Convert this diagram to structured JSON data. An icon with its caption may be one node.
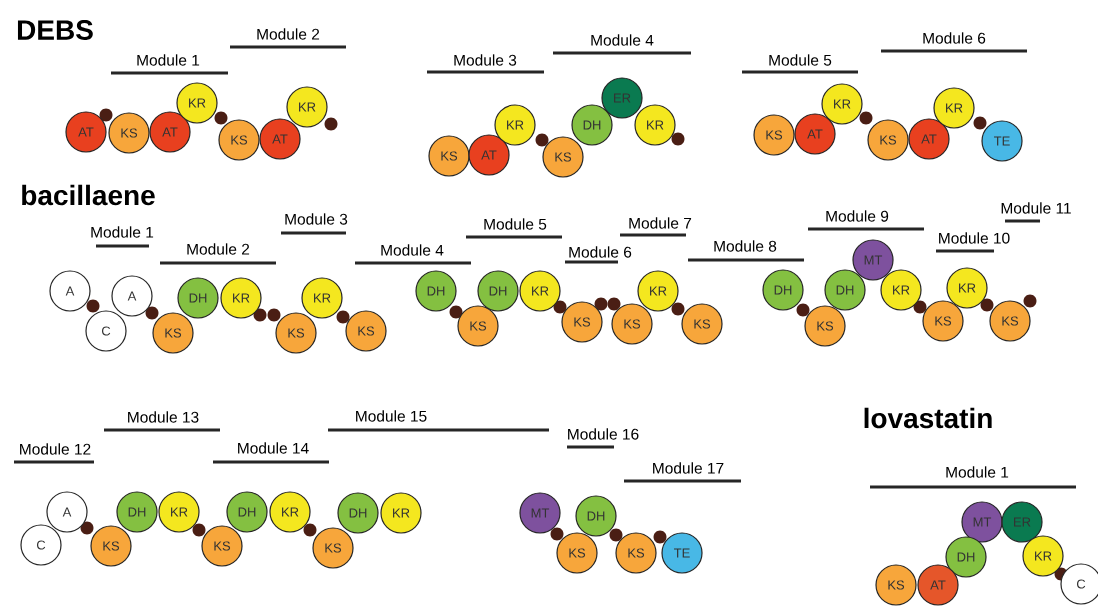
{
  "diagram": {
    "nodes": [
      {
        "text": [
          "AT"
        ]
      },
      {
        "text": [
          "KS"
        ]
      },
      {
        "text": [
          "AT"
        ]
      },
      {
        "text": [
          "KR"
        ]
      },
      {
        "text": [
          "KS"
        ]
      },
      {
        "text": [
          "AT"
        ]
      },
      {
        "text": [
          "KR"
        ]
      },
      {
        "text": [
          "KS"
        ]
      },
      {
        "text": [
          "AT"
        ]
      },
      {
        "text": [
          "KR"
        ]
      },
      {
        "text": [
          "KS"
        ]
      },
      {
        "text": [
          "DH"
        ]
      },
      {
        "text": [
          "ER"
        ]
      },
      {
        "text": [
          "KR"
        ]
      },
      {
        "text": [
          "KS"
        ]
      },
      {
        "text": [
          "AT"
        ]
      },
      {
        "text": [
          "KR"
        ]
      },
      {
        "text": [
          "KS"
        ]
      },
      {
        "text": [
          "AT"
        ]
      },
      {
        "text": [
          "KR"
        ]
      },
      {
        "text": [
          "TE"
        ]
      },
      {
        "text": [
          "A"
        ]
      },
      {
        "text": [
          "C"
        ]
      },
      {
        "text": [
          "A"
        ]
      },
      {
        "text": [
          "KS"
        ]
      },
      {
        "text": [
          "DH"
        ]
      },
      {
        "text": [
          "KR"
        ]
      },
      {
        "text": [
          "KS"
        ]
      },
      {
        "text": [
          "KR"
        ]
      },
      {
        "text": [
          "KS"
        ]
      },
      {
        "text": [
          "DH"
        ]
      },
      {
        "text": [
          "KS"
        ]
      },
      {
        "text": [
          "DH"
        ]
      },
      {
        "text": [
          "KR"
        ]
      },
      {
        "text": [
          "KS"
        ]
      },
      {
        "text": [
          "KS"
        ]
      },
      {
        "text": [
          "KR"
        ]
      },
      {
        "text": [
          "KS"
        ]
      },
      {
        "text": [
          "DH"
        ]
      },
      {
        "text": [
          "KS"
        ]
      },
      {
        "text": [
          "DH"
        ]
      },
      {
        "text": [
          "MT"
        ]
      },
      {
        "text": [
          "KR"
        ]
      },
      {
        "text": [
          "KS"
        ]
      },
      {
        "text": [
          "KR"
        ]
      },
      {
        "text": [
          "KS"
        ]
      },
      {
        "text": [
          "A"
        ]
      },
      {
        "text": [
          "C"
        ]
      },
      {
        "text": [
          "KS"
        ]
      },
      {
        "text": [
          "DH"
        ]
      },
      {
        "text": [
          "KR"
        ]
      },
      {
        "text": [
          "KS"
        ]
      },
      {
        "text": [
          "DH"
        ]
      },
      {
        "text": [
          "KR"
        ]
      },
      {
        "text": [
          "KS"
        ]
      },
      {
        "text": [
          "DH"
        ]
      },
      {
        "text": [
          "KR"
        ]
      },
      {
        "text": [
          "MT"
        ]
      },
      {
        "text": [
          "KS"
        ]
      },
      {
        "text": [
          "DH"
        ]
      },
      {
        "text": [
          "KS"
        ]
      },
      {
        "text": [
          "TE"
        ]
      },
      {
        "text": [
          "MT"
        ]
      },
      {
        "text": [
          "ER"
        ]
      },
      {
        "text": [
          "DH"
        ]
      },
      {
        "text": [
          "KR"
        ]
      },
      {
        "text": [
          "KS"
        ]
      },
      {
        "text": [
          "AT"
        ]
      },
      {
        "text": [
          "C"
        ]
      }
    ],
    "labels": [
      "DEBS",
      "Module 1",
      "Module 2",
      "Module 3",
      "Module 4",
      "Module 5",
      "Module 6",
      "bacillaene",
      "Module 1",
      "Module 2",
      "Module 3",
      "Module 4",
      "Module 5",
      "Module 6",
      "Module 7",
      "Module 8",
      "Module 9",
      "Module 10",
      "Module 11",
      "Module 12",
      "Module 13",
      "Module 14",
      "Module 15",
      "Module 16",
      "Module 17",
      "lovastatin",
      "Module 1"
    ]
  }
}
